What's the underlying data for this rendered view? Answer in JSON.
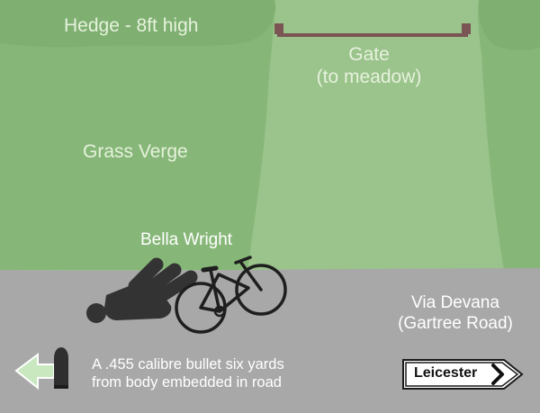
{
  "labels": {
    "hedge": "Hedge - 8ft high",
    "gate_line1": "Gate",
    "gate_line2": "(to meadow)",
    "grass_verge": "Grass Verge",
    "victim": "Bella Wright",
    "road_line1": "Via Devana",
    "road_line2": "(Gartree Road)",
    "bullet_line1": "A .455 calibre bullet six yards",
    "bullet_line2": "from body embedded in road",
    "sign": "Leicester"
  },
  "colors": {
    "grass_verge": "#9bc38c",
    "hedge": "#86b778",
    "road": "#a8a8a8",
    "gate": "#7b5454",
    "figure": "#333333",
    "arrow": "#c9e8c0"
  },
  "icons": [
    "bicycle-icon",
    "body-figure-icon",
    "bullet-icon",
    "direction-arrow-icon",
    "road-sign-chevron-icon"
  ]
}
